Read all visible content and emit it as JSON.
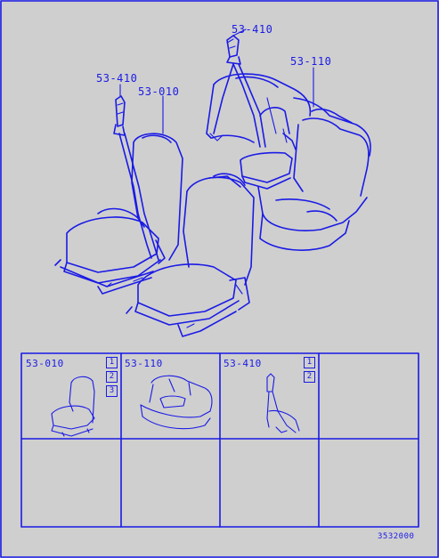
{
  "callouts": [
    {
      "id": "seatbelt-front",
      "text": "53-410"
    },
    {
      "id": "seatbelt-rear",
      "text": "53-410"
    },
    {
      "id": "front-seat",
      "text": "53-010"
    },
    {
      "id": "rear-seat",
      "text": "53-110"
    }
  ],
  "table": {
    "cells": [
      {
        "code": "53-010",
        "badges": [
          "1",
          "2",
          "3"
        ]
      },
      {
        "code": "53-110",
        "badges": []
      },
      {
        "code": "53-410",
        "badges": [
          "1",
          "2"
        ]
      },
      {
        "code": "",
        "badges": []
      }
    ]
  },
  "reference_code": "3532000",
  "colors": {
    "ink": "#1a1ae6",
    "background": "#cfcfcf"
  }
}
